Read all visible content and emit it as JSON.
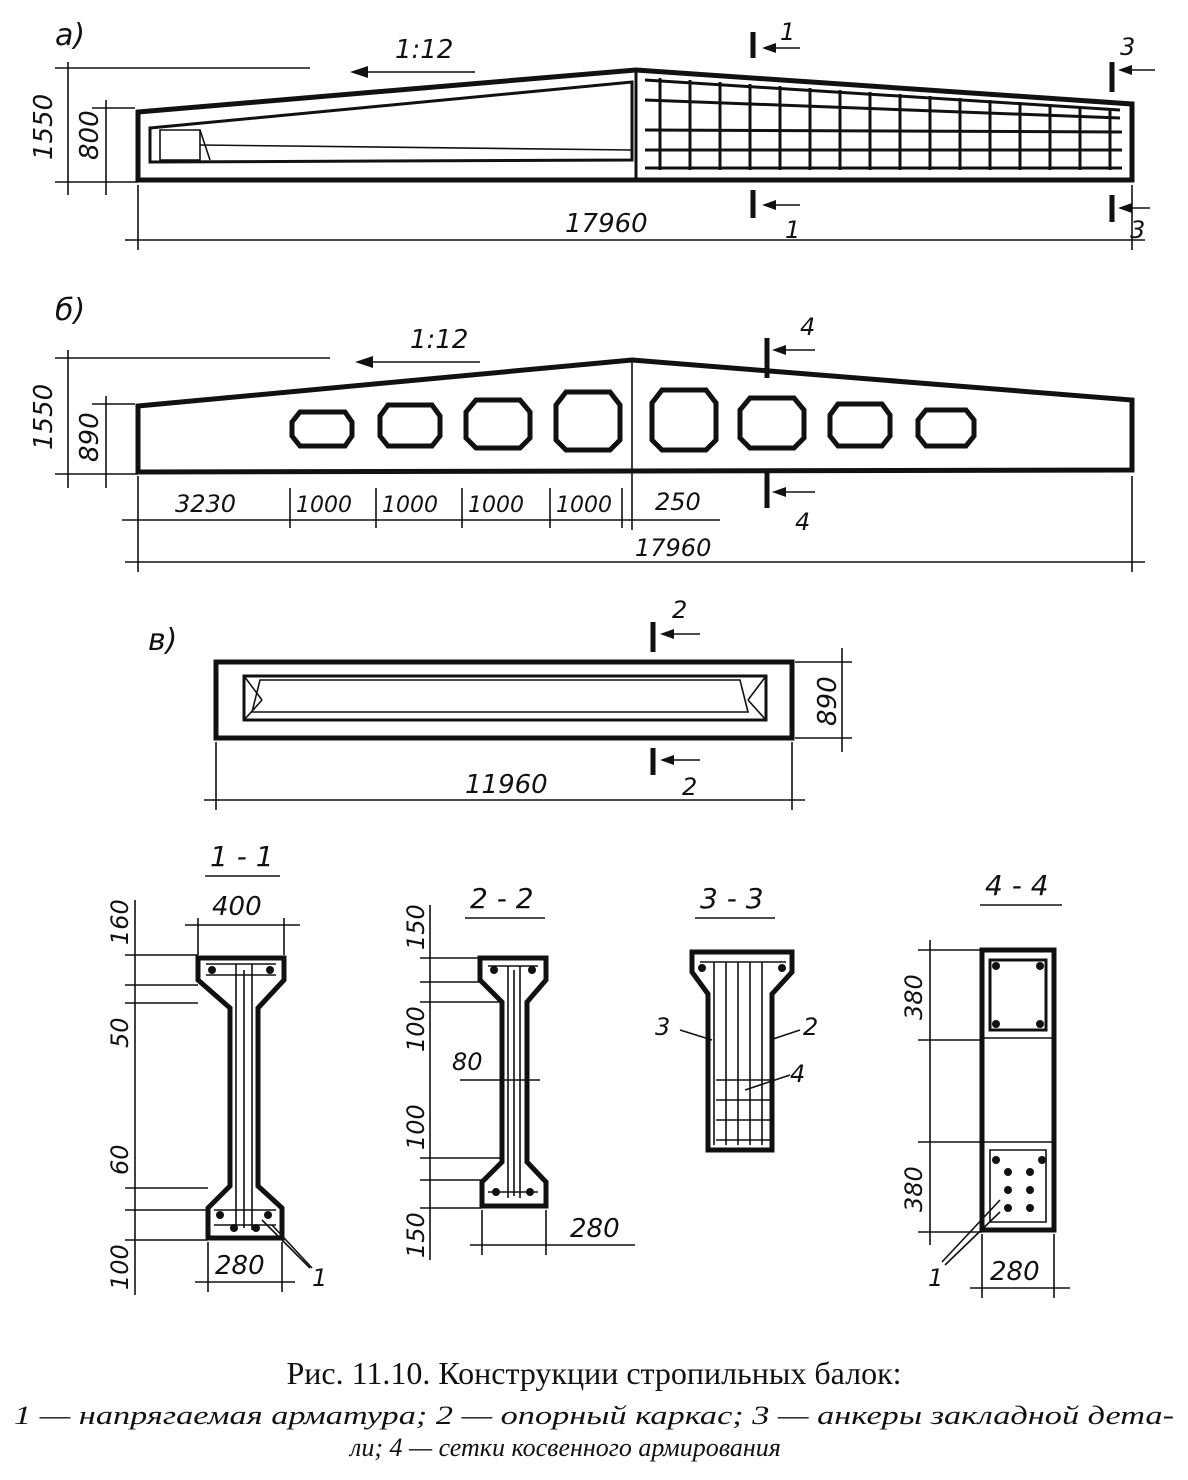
{
  "panels": {
    "a": {
      "label": "а)",
      "slope": "1:12",
      "height_total": "1550",
      "height_end": "800",
      "length": "17960",
      "cut1_top": "1",
      "cut1_bottom": "1",
      "cut3_top": "3",
      "cut3_bottom": "3"
    },
    "b": {
      "label": "б)",
      "slope": "1:12",
      "height_total": "1550",
      "height_end": "890",
      "dims": [
        "3230",
        "1000",
        "1000",
        "1000",
        "1000",
        "250"
      ],
      "length": "17960",
      "cut4_top": "4",
      "cut4_bottom": "4"
    },
    "c": {
      "label": "в)",
      "height": "890",
      "length": "11960",
      "cut2_top": "2",
      "cut2_bottom": "2"
    }
  },
  "sections": {
    "s11": {
      "title": "1 - 1",
      "top_width": "400",
      "bottom_width": "280",
      "dims": [
        "160",
        "50",
        "60",
        "100"
      ],
      "leader": "1"
    },
    "s22": {
      "title": "2 - 2",
      "bottom_width": "280",
      "web": "80",
      "dims": [
        "150",
        "100",
        "100",
        "150"
      ]
    },
    "s33": {
      "title": "3 - 3",
      "leaders": [
        "3",
        "2",
        "4"
      ]
    },
    "s44": {
      "title": "4 - 4",
      "bottom_width": "280",
      "dims": [
        "380",
        "380"
      ],
      "leader": "1"
    }
  },
  "caption": {
    "title": "Рис. 11.10. Конструкции стропильных балок:",
    "line1": "1 — напрягаемая арматура; 2 — опорный каркас; 3 — анкеры закладной дета-",
    "line2": "ли; 4 — сетки косвенного армирования"
  }
}
